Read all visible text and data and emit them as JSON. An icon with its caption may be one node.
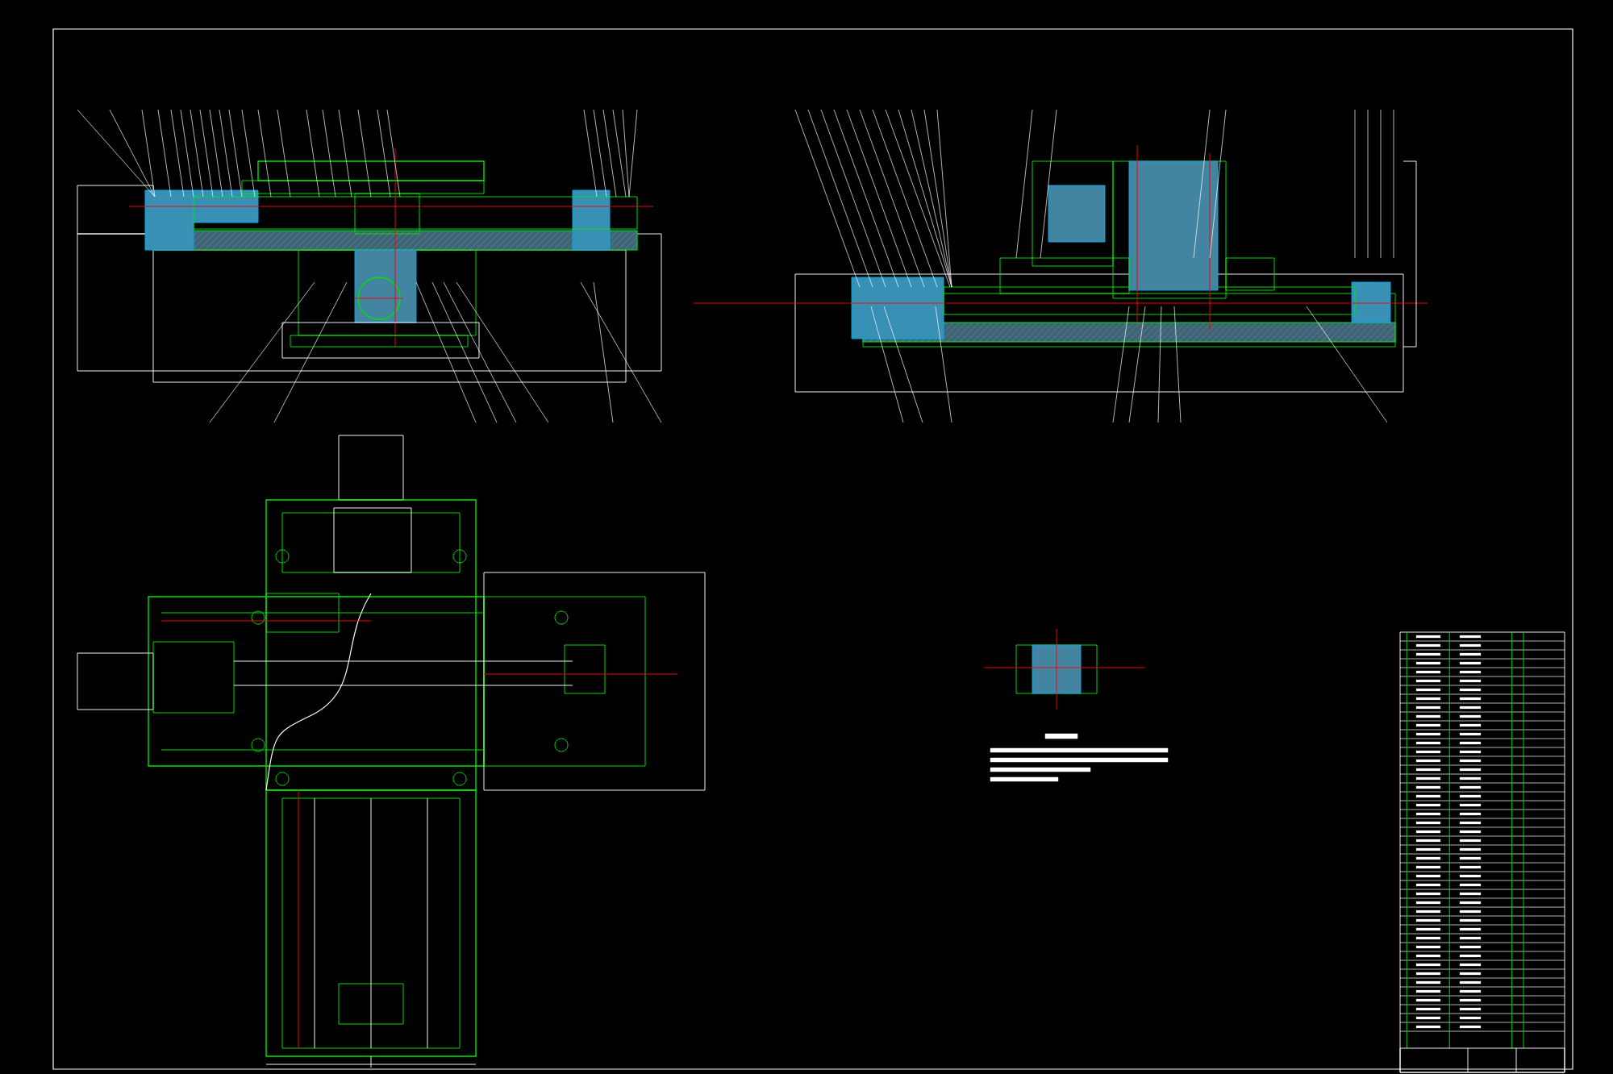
{
  "diagram": {
    "nodes": [
      {
        "text": [],
        "shape": "picture"
      },
      {
        "text": [],
        "shape": "picture"
      },
      {
        "text": [],
        "shape": "picture"
      },
      {
        "text": [],
        "shape": "picture"
      },
      {
        "text": [],
        "shape": "picture"
      },
      {
        "text": [],
        "shape": "table"
      }
    ]
  }
}
